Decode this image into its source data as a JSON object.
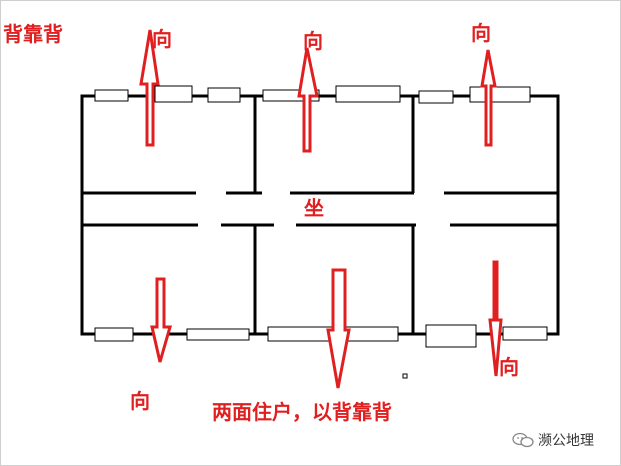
{
  "title": "背靠背",
  "center_label": "坐",
  "direction_label": "向",
  "caption": "两面住户，以背靠背",
  "watermark": "濒公地理",
  "colors": {
    "accent": "#e02020",
    "walls": "#000000",
    "windows": "#000000"
  },
  "icons": {
    "watermark": "wechat-icon"
  }
}
